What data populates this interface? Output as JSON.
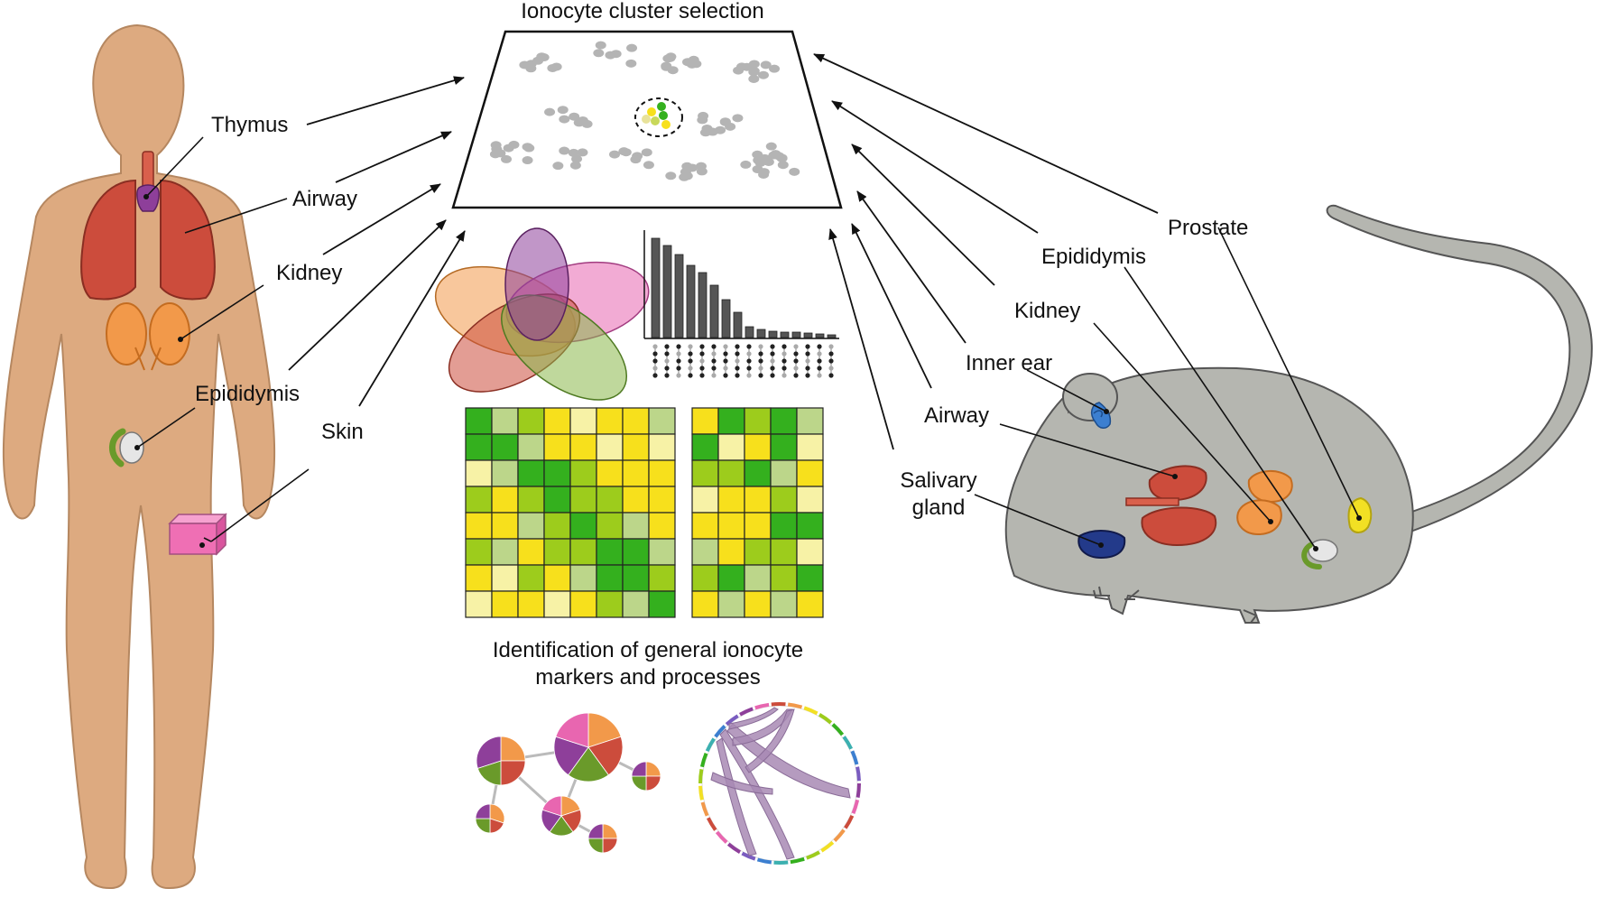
{
  "title": "Ionocyte cluster selection",
  "caption": {
    "line1": "Identification of general ionocyte",
    "line2": "markers and processes"
  },
  "human": {
    "labels": [
      "Thymus",
      "Airway",
      "Kidney",
      "Epididymis",
      "Skin"
    ]
  },
  "mouse": {
    "labels": [
      "Prostate",
      "Epididymis",
      "Kidney",
      "Inner ear",
      "Airway",
      "Salivary",
      "gland"
    ]
  },
  "colors": {
    "skin": "#ddaa80",
    "skin_outline": "#b58760",
    "mouse_body": "#b5b6b0",
    "mouse_outline": "#555555",
    "lung": "#cc4c3c",
    "kidney": "#f2994a",
    "thymus": "#8e3f9a",
    "epididymis_green": "#6a9a2a",
    "skin_block": "#ef6fb4",
    "inner_ear": "#3c7fd0",
    "salivary": "#233a8a",
    "prostate": "#f2e024",
    "cluster_gray": "#b4b4b4",
    "heat_dark": "#34b01e",
    "heat_mid": "#9dcc1c",
    "heat_light": "#bcd68a",
    "heat_yellow": "#f7e01c",
    "heat_pale": "#f7f2a6"
  },
  "icons": [
    "arrow-icon",
    "venn-icon",
    "upset-bar-icon",
    "heatmap-icon",
    "network-pie-icon",
    "chord-diagram-icon"
  ]
}
